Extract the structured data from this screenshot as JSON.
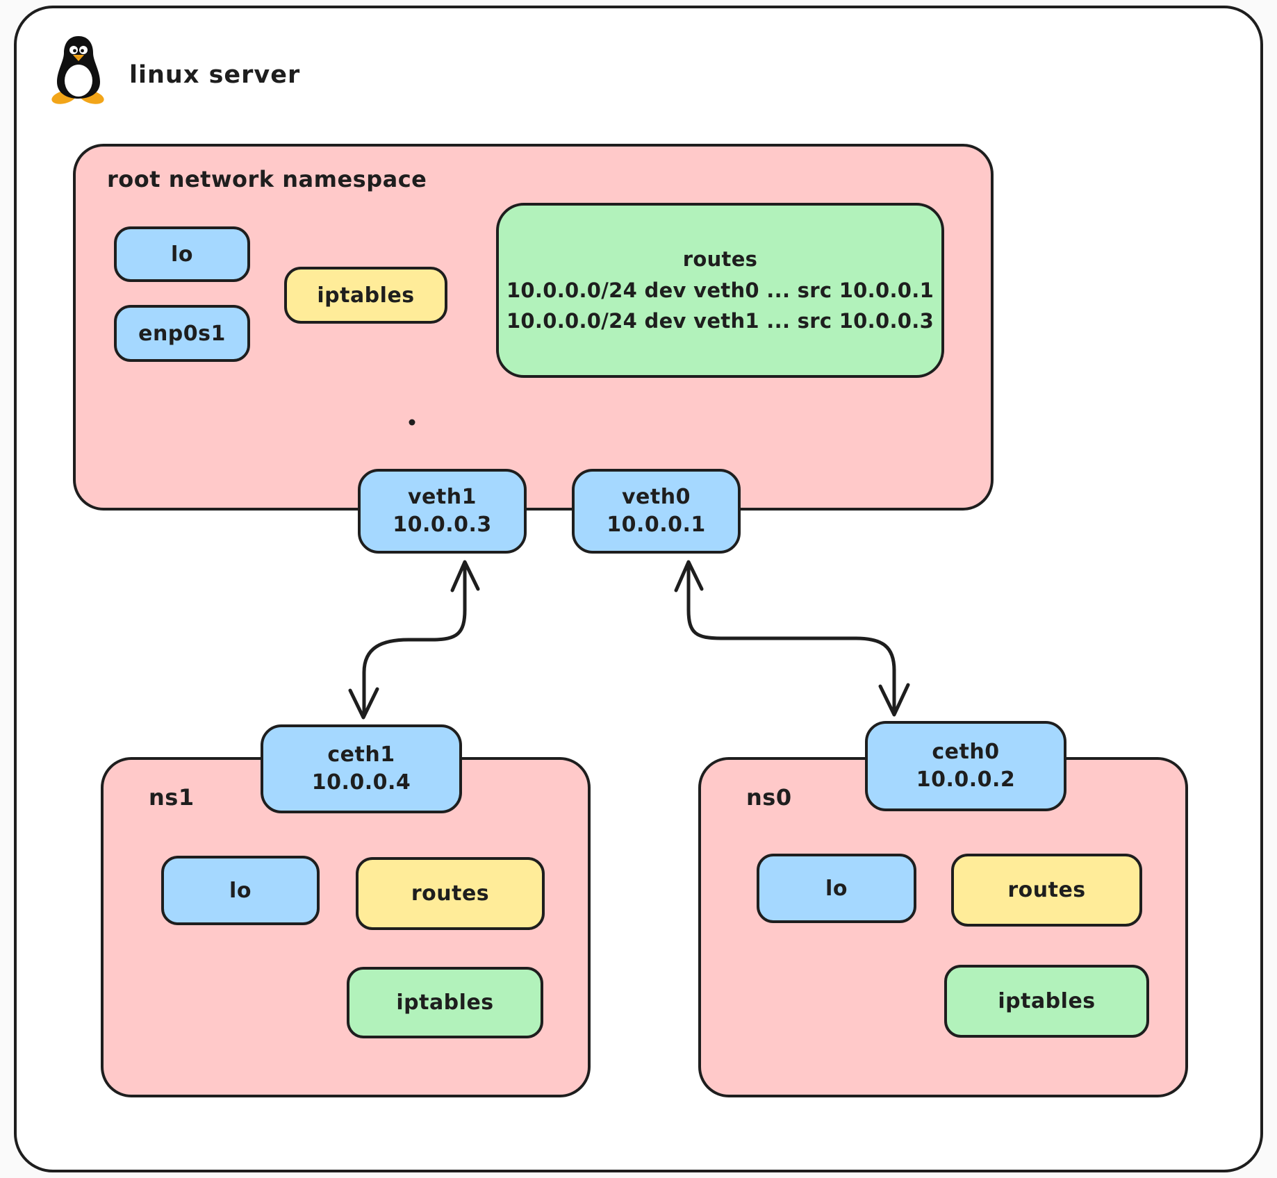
{
  "title": "linux server",
  "colors": {
    "pink": "#ffc9c9",
    "blue": "#a5d8ff",
    "yellow": "#ffec99",
    "green": "#b2f2bb",
    "stroke": "#1e1e1e",
    "tux_orange": "#f2a519"
  },
  "icons": {
    "tux": "tux-penguin-logo"
  },
  "root": {
    "label": "root network namespace",
    "lo_label": "lo",
    "enp0s1_label": "enp0s1",
    "iptables_label": "iptables",
    "routes": {
      "title": "routes",
      "entries": [
        "10.0.0.0/24 dev veth0 ... src 10.0.0.1",
        "10.0.0.0/24 dev veth1 ... src 10.0.0.3"
      ]
    },
    "veth1": {
      "name": "veth1",
      "ip": "10.0.0.3"
    },
    "veth0": {
      "name": "veth0",
      "ip": "10.0.0.1"
    }
  },
  "ns1": {
    "label": "ns1",
    "ceth": {
      "name": "ceth1",
      "ip": "10.0.0.4"
    },
    "lo_label": "lo",
    "routes_label": "routes",
    "iptables_label": "iptables"
  },
  "ns0": {
    "label": "ns0",
    "ceth": {
      "name": "ceth0",
      "ip": "10.0.0.2"
    },
    "lo_label": "lo",
    "routes_label": "routes",
    "iptables_label": "iptables"
  }
}
